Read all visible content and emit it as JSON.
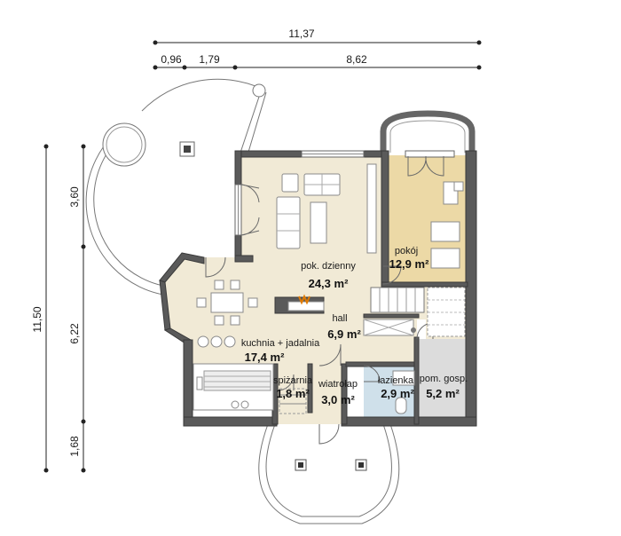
{
  "dimensions": {
    "top_total": "11,37",
    "top_seg_1": "0,96",
    "top_seg_2": "1,79",
    "top_seg_3": "8,62",
    "left_total": "11,50",
    "left_seg_1": "3,60",
    "left_seg_2": "6,22",
    "left_seg_3": "1,68"
  },
  "rooms": {
    "living": {
      "name": "pok. dzienny",
      "area": "24,3 m²"
    },
    "room": {
      "name": "pokój",
      "area": "12,9 m²"
    },
    "hall": {
      "name": "hall",
      "area": "6,9 m²"
    },
    "kitchen": {
      "name": "kuchnia + jadalnia",
      "area": "17,4 m²"
    },
    "pantry": {
      "name": "spiżarnia",
      "area": "1,8 m²"
    },
    "vestibule": {
      "name": "wiatrołap",
      "area": "3,0 m²"
    },
    "bathroom": {
      "name": "łazienka",
      "area": "2,9 m²"
    },
    "utility": {
      "name": "pom. gosp.",
      "area": "5,2 m²"
    }
  },
  "colors": {
    "floor_main": "#f1ead6",
    "floor_room": "#ecd9a6",
    "floor_bath": "#cfe0ea",
    "floor_utility": "#dcdcdc",
    "wall": "#5a5a5a"
  }
}
